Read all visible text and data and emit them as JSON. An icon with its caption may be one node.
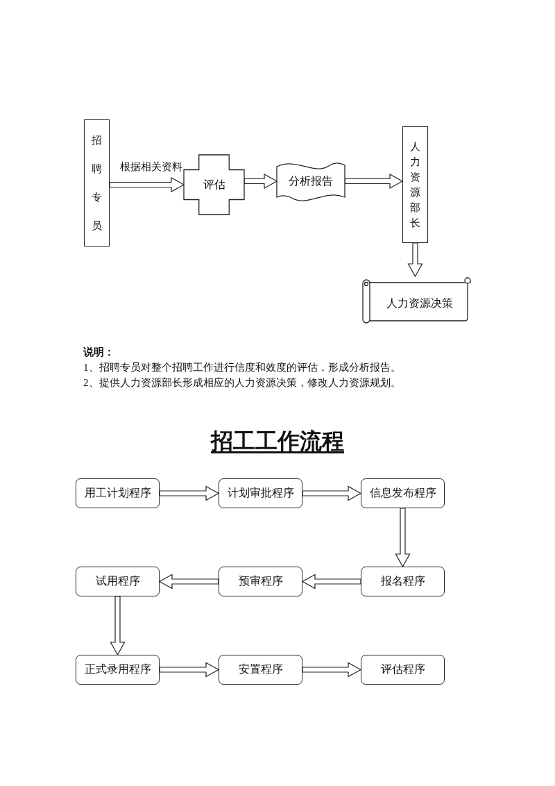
{
  "diagram": {
    "title": "招工工作流程",
    "nodes": [
      {
        "text": [
          "招聘专员"
        ]
      },
      {
        "text": [
          "评估"
        ]
      },
      {
        "text": [
          "分析报告"
        ]
      },
      {
        "text": [
          "人力资源部长"
        ]
      },
      {
        "text": [
          "人力资源决策"
        ]
      },
      {
        "text": [
          "用工计划程序"
        ]
      },
      {
        "text": [
          "计划审批程序"
        ]
      },
      {
        "text": [
          "信息发布程序"
        ]
      },
      {
        "text": [
          "报名程序"
        ]
      },
      {
        "text": [
          "预审程序"
        ]
      },
      {
        "text": [
          "试用程序"
        ]
      },
      {
        "text": [
          "正式录用程序"
        ]
      },
      {
        "text": [
          "安置程序"
        ]
      },
      {
        "text": [
          "评估程序"
        ]
      }
    ],
    "edges": [
      {
        "from": 0,
        "to": 1,
        "arrow": "to",
        "label": "根据相关资料"
      },
      {
        "from": 1,
        "to": 2,
        "arrow": "to"
      },
      {
        "from": 2,
        "to": 3,
        "arrow": "to"
      },
      {
        "from": 3,
        "to": 4,
        "arrow": "to"
      },
      {
        "from": 5,
        "to": 6,
        "arrow": "to"
      },
      {
        "from": 6,
        "to": 7,
        "arrow": "to"
      },
      {
        "from": 7,
        "to": 8,
        "arrow": "to"
      },
      {
        "from": 8,
        "to": 9,
        "arrow": "to"
      },
      {
        "from": 9,
        "to": 10,
        "arrow": "to"
      },
      {
        "from": 10,
        "to": 11,
        "arrow": "to"
      },
      {
        "from": 11,
        "to": 12,
        "arrow": "to"
      },
      {
        "from": 12,
        "to": 13,
        "arrow": "to"
      }
    ],
    "labels": [
      "说明：",
      "1、招聘专员对整个招聘工作进行信度和效度的评估，形成分析报告。",
      "2、提供人力资源部长形成相应的人力资源决策，修改人力资源规划。"
    ]
  }
}
